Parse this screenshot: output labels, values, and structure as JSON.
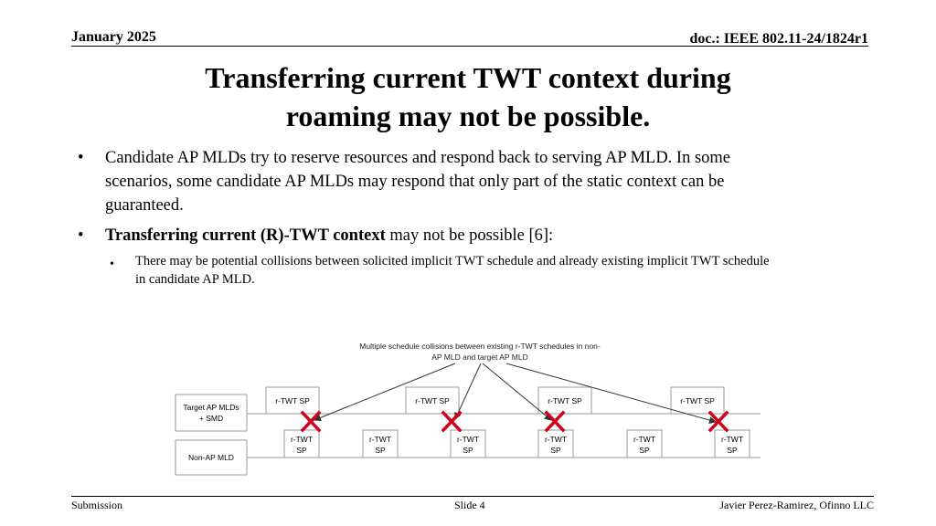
{
  "header": {
    "date": "January 2025",
    "doc": "doc.: IEEE 802.11-24/1824r1"
  },
  "title": {
    "line1": "Transferring current TWT context during",
    "line2": "roaming may not be possible."
  },
  "bullets": {
    "marker": "•",
    "b1": "Candidate AP MLDs try to reserve resources and respond back to serving AP MLD. In some scenarios, some candidate AP MLDs may respond that only part of the static context can be guaranteed.",
    "b2_bold": "Transferring current (R)-TWT context",
    "b2_rest": " may not be possible [6]:",
    "sub1": "There may be potential collisions between solicited implicit TWT schedule and already existing implicit TWT schedule in candidate AP MLD."
  },
  "diagram": {
    "caption_line1": "Multiple schedule collisions between existing r-TWT schedules in non-",
    "caption_line2": "AP MLD and target AP MLD",
    "row1_label_line1": "Target AP MLDs",
    "row1_label_line2": "+ SMD",
    "row2_label": "Non-AP MLD",
    "top_box_label": "r-TWT SP",
    "bottom_box_line1": "r-TWT",
    "bottom_box_line2": "SP",
    "collision_color": "#d0021b"
  },
  "footer": {
    "left": "Submission",
    "center": "Slide 4",
    "right": "Javier Perez-Ramirez, Ofinno LLC"
  }
}
